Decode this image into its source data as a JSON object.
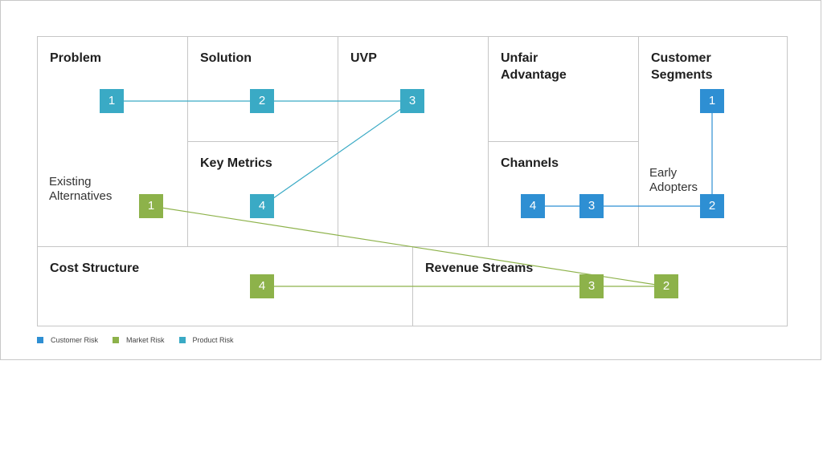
{
  "canvas": {
    "cells": [
      {
        "id": "problem",
        "title": "Problem"
      },
      {
        "id": "solution",
        "title": "Solution"
      },
      {
        "id": "key-metrics",
        "title": "Key Metrics"
      },
      {
        "id": "uvp",
        "title": "UVP"
      },
      {
        "id": "unfair-advantage",
        "title": "Unfair\nAdvantage"
      },
      {
        "id": "channels",
        "title": "Channels"
      },
      {
        "id": "customer-segments",
        "title": "Customer\nSegments"
      },
      {
        "id": "cost-structure",
        "title": "Cost Structure"
      },
      {
        "id": "revenue-streams",
        "title": "Revenue Streams"
      }
    ],
    "notes": {
      "existing_alternatives": "Existing\nAlternatives",
      "early_adopters": "Early\nAdopters"
    }
  },
  "risk_colors": {
    "customer": "#2e8fd3",
    "market": "#8db24a",
    "product": "#3aaac5"
  },
  "nodes": [
    {
      "id": "product-1",
      "risk": "product",
      "label": "1"
    },
    {
      "id": "product-2",
      "risk": "product",
      "label": "2"
    },
    {
      "id": "product-3",
      "risk": "product",
      "label": "3"
    },
    {
      "id": "product-4",
      "risk": "product",
      "label": "4"
    },
    {
      "id": "customer-1",
      "risk": "customer",
      "label": "1"
    },
    {
      "id": "customer-2",
      "risk": "customer",
      "label": "2"
    },
    {
      "id": "customer-3",
      "risk": "customer",
      "label": "3"
    },
    {
      "id": "customer-4",
      "risk": "customer",
      "label": "4"
    },
    {
      "id": "market-1",
      "risk": "market",
      "label": "1"
    },
    {
      "id": "market-2",
      "risk": "market",
      "label": "2"
    },
    {
      "id": "market-3",
      "risk": "market",
      "label": "3"
    },
    {
      "id": "market-4",
      "risk": "market",
      "label": "4"
    }
  ],
  "links": [
    {
      "from": "product-1",
      "to": "product-2",
      "risk": "product"
    },
    {
      "from": "product-2",
      "to": "product-3",
      "risk": "product"
    },
    {
      "from": "product-3",
      "to": "product-4",
      "risk": "product"
    },
    {
      "from": "customer-1",
      "to": "customer-2",
      "risk": "customer"
    },
    {
      "from": "customer-2",
      "to": "customer-3",
      "risk": "customer"
    },
    {
      "from": "customer-3",
      "to": "customer-4",
      "risk": "customer"
    },
    {
      "from": "market-1",
      "to": "market-2",
      "risk": "market"
    },
    {
      "from": "market-2",
      "to": "market-3",
      "risk": "market"
    },
    {
      "from": "market-3",
      "to": "market-4",
      "risk": "market"
    }
  ],
  "legend": [
    {
      "risk": "customer",
      "label": "Customer Risk"
    },
    {
      "risk": "market",
      "label": "Market Risk"
    },
    {
      "risk": "product",
      "label": "Product Risk"
    }
  ]
}
